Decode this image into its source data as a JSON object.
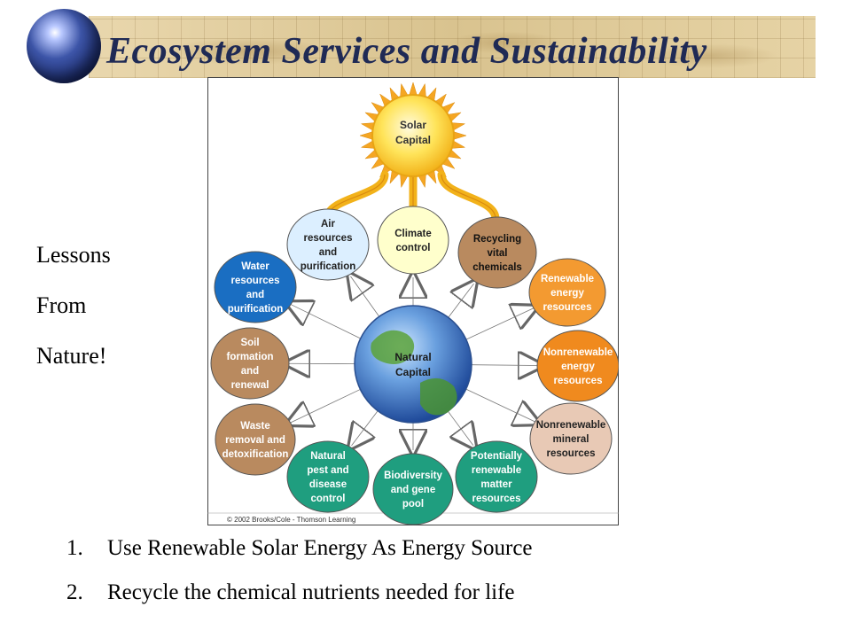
{
  "title": "Ecosystem Services and Sustainability",
  "lessons": [
    "Lessons",
    "From",
    "Nature!"
  ],
  "diagram": {
    "sun": [
      "Solar",
      "Capital"
    ],
    "center": [
      "Natural",
      "Capital"
    ],
    "services": [
      {
        "lines": [
          "Air",
          "resources",
          "and",
          "purification"
        ]
      },
      {
        "lines": [
          "Climate",
          "control"
        ]
      },
      {
        "lines": [
          "Recycling",
          "vital",
          "chemicals"
        ]
      },
      {
        "lines": [
          "Renewable",
          "energy",
          "resources"
        ]
      },
      {
        "lines": [
          "Nonrenewable",
          "energy",
          "resources"
        ]
      },
      {
        "lines": [
          "Nonrenewable",
          "mineral",
          "resources"
        ]
      },
      {
        "lines": [
          "Potentially",
          "renewable",
          "matter",
          "resources"
        ]
      },
      {
        "lines": [
          "Biodiversity",
          "and gene",
          "pool"
        ]
      },
      {
        "lines": [
          "Natural",
          "pest and",
          "disease",
          "control"
        ]
      },
      {
        "lines": [
          "Waste",
          "removal and",
          "detoxification"
        ]
      },
      {
        "lines": [
          "Soil",
          "formation",
          "and",
          "renewal"
        ]
      },
      {
        "lines": [
          "Water",
          "resources",
          "and",
          "purification"
        ]
      }
    ],
    "credit": "© 2002 Brooks/Cole - Thomson Learning"
  },
  "steps": [
    {
      "num": "1.",
      "text": "Use Renewable Solar Energy As Energy Source"
    },
    {
      "num": "2.",
      "text": "Recycle the chemical nutrients needed for life"
    }
  ]
}
